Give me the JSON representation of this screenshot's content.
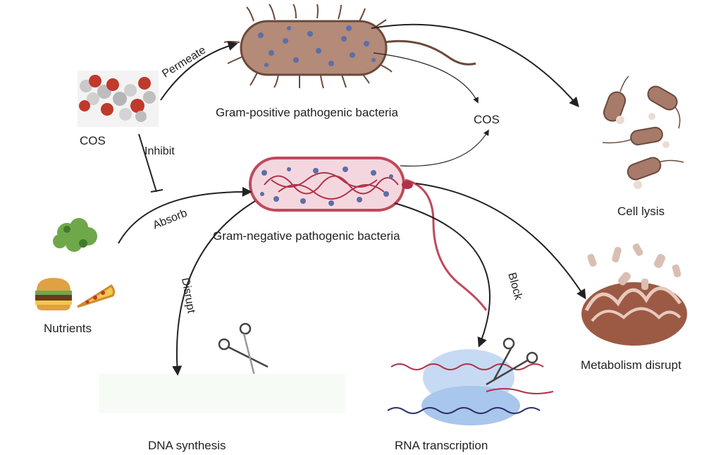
{
  "labels": {
    "cos_left": "COS",
    "cos_right": "COS",
    "gram_positive": "Gram-positive pathogenic bacteria",
    "gram_negative": "Gram-negative pathogenic bacteria",
    "nutrients": "Nutrients",
    "cell_lysis": "Cell lysis",
    "metabolism": "Metabolism disrupt",
    "dna": "DNA synthesis",
    "rna": "RNA transcription"
  },
  "arrows": {
    "permeate": "Permeate",
    "inhibit": "Inhibit",
    "absorb": "Absorb",
    "disrupt": "Disrupt",
    "block": "Block"
  },
  "colors": {
    "arrow": "#222222",
    "grampos_body": "#b48a78",
    "grampos_edge": "#6b4a3c",
    "gramneg_body": "#f4d7de",
    "gramneg_edge": "#c0485c",
    "dot": "#5b6fa8",
    "dna": "#b0324a",
    "ribosome": "#a9c6ec"
  }
}
